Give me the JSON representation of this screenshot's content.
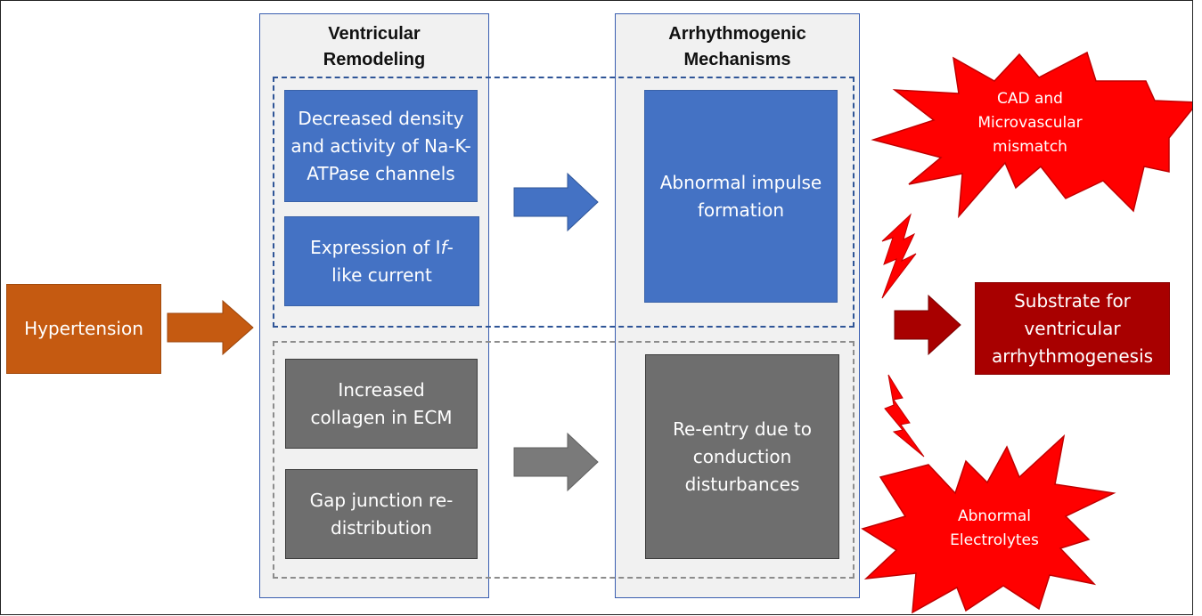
{
  "start": {
    "label": "Hypertension"
  },
  "columns": [
    {
      "title": "Ventricular\nRemodeling"
    },
    {
      "title": "Arrhythmogenic\nMechanisms"
    }
  ],
  "remodeling": {
    "electrical": [
      "Decreased density and activity of Na-K-ATPase channels",
      {
        "before": "Expression of I",
        "italic": "f",
        "after": "-like current"
      }
    ],
    "structural": [
      "Increased collagen in ECM",
      "Gap junction re-distribution"
    ]
  },
  "mechanisms": {
    "electrical": "Abnormal impulse formation",
    "structural": "Re-entry due to conduction disturbances"
  },
  "outcome": {
    "label": "Substrate for ventricular arrhythmogenesis"
  },
  "modifiers": [
    "CAD and Microvascular mismatch",
    "Abnormal Electrolytes"
  ],
  "colors": {
    "hypertension": "#c55a11",
    "electrical": "#4472c4",
    "structural": "#6e6e6e",
    "outcome": "#a80000",
    "modifier": "#ff0000"
  }
}
